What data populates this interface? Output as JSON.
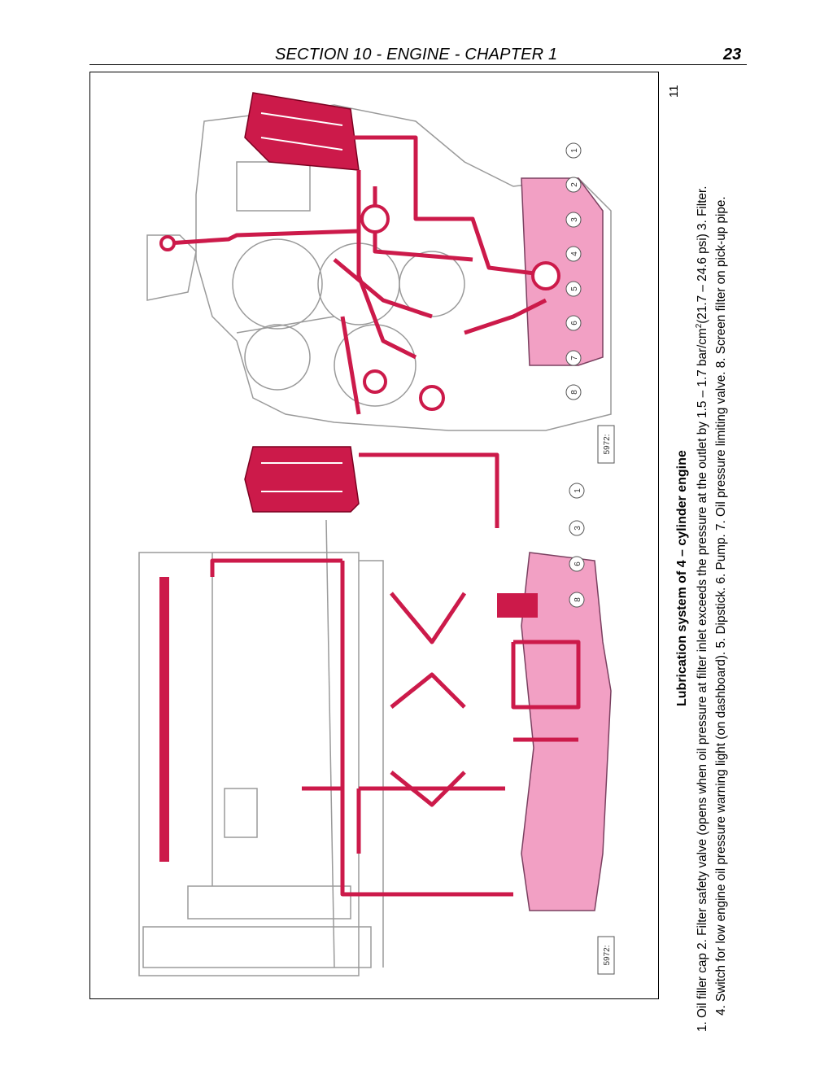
{
  "header": {
    "section_title": "SECTION 10 - ENGINE - CHAPTER 1",
    "page_number": "23"
  },
  "figure": {
    "number": "11",
    "top_diagram_callouts": [
      "1",
      "2",
      "3",
      "4",
      "5",
      "6",
      "7",
      "8"
    ],
    "bottom_diagram_callouts": [
      "1",
      "3",
      "6",
      "8"
    ],
    "ref_code_top": "5972:",
    "ref_code_bottom": "5972:"
  },
  "caption": {
    "title": "Lubrication system of 4 – cylinder engine",
    "line1_pre": "1. Oil  filler cap 2. Filter safety valve (opens when oil pressure at filter inlet exceeds the pressure at the outlet by 1.5 – 1.7 bar/cm",
    "line1_sup": "2",
    "line1_post": "(21.7 – 24.6 psi) 3. Filter.",
    "line2": "4. Switch for low engine oil pressure warning light (on dashboard). 5. Dipstick. 6. Pump. 7. Oil pressure limiting valve. 8. Screen filter on pick-up pipe."
  },
  "colors": {
    "oil_red": "#cc1a4a",
    "sump_pink": "#f2a0c4",
    "outline_grey": "#9a9a9a"
  }
}
